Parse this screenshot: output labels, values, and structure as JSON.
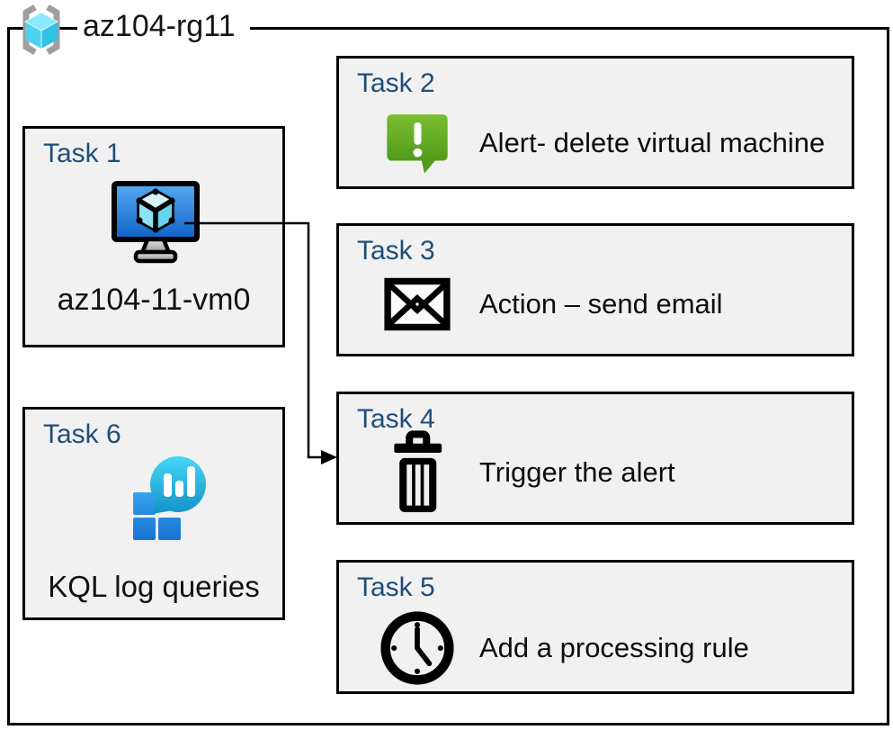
{
  "header": {
    "title": "az104-rg11",
    "icon": "resource-group-icon"
  },
  "tasks": [
    {
      "id": "task1",
      "label": "Task 1",
      "icon": "virtual-machine-icon",
      "caption": "az104-11-vm0"
    },
    {
      "id": "task2",
      "label": "Task 2",
      "icon": "alert-icon",
      "caption": "Alert- delete virtual machine"
    },
    {
      "id": "task3",
      "label": "Task 3",
      "icon": "email-icon",
      "caption": "Action – send email"
    },
    {
      "id": "task4",
      "label": "Task 4",
      "icon": "trash-icon",
      "caption": "Trigger the alert"
    },
    {
      "id": "task5",
      "label": "Task 5",
      "icon": "clock-icon",
      "caption": "Add a processing rule"
    },
    {
      "id": "task6",
      "label": "Task 6",
      "icon": "log-analytics-icon",
      "caption": "KQL log queries"
    }
  ],
  "connector": {
    "from": "task1",
    "to": "task4",
    "style": "elbow-arrow"
  },
  "colors": {
    "task_label_blue": "#1F4E79",
    "box_fill": "#F1F1F1",
    "outline_black": "#000000",
    "alert_green_top": "#79BE30",
    "alert_green_bottom": "#539A1B",
    "vm_screen_blue_top": "#56AAF0",
    "vm_screen_blue_bottom": "#0F62C8",
    "log_balloon_teal_top": "#45D7F7",
    "log_balloon_teal_bottom": "#1693C8",
    "log_square_blue_top": "#35A4EE",
    "log_square_blue_bottom": "#1B74D4",
    "rg_bracket_gray": "#9E9E9E",
    "rg_cube_cyan": "#4ED2F0"
  }
}
